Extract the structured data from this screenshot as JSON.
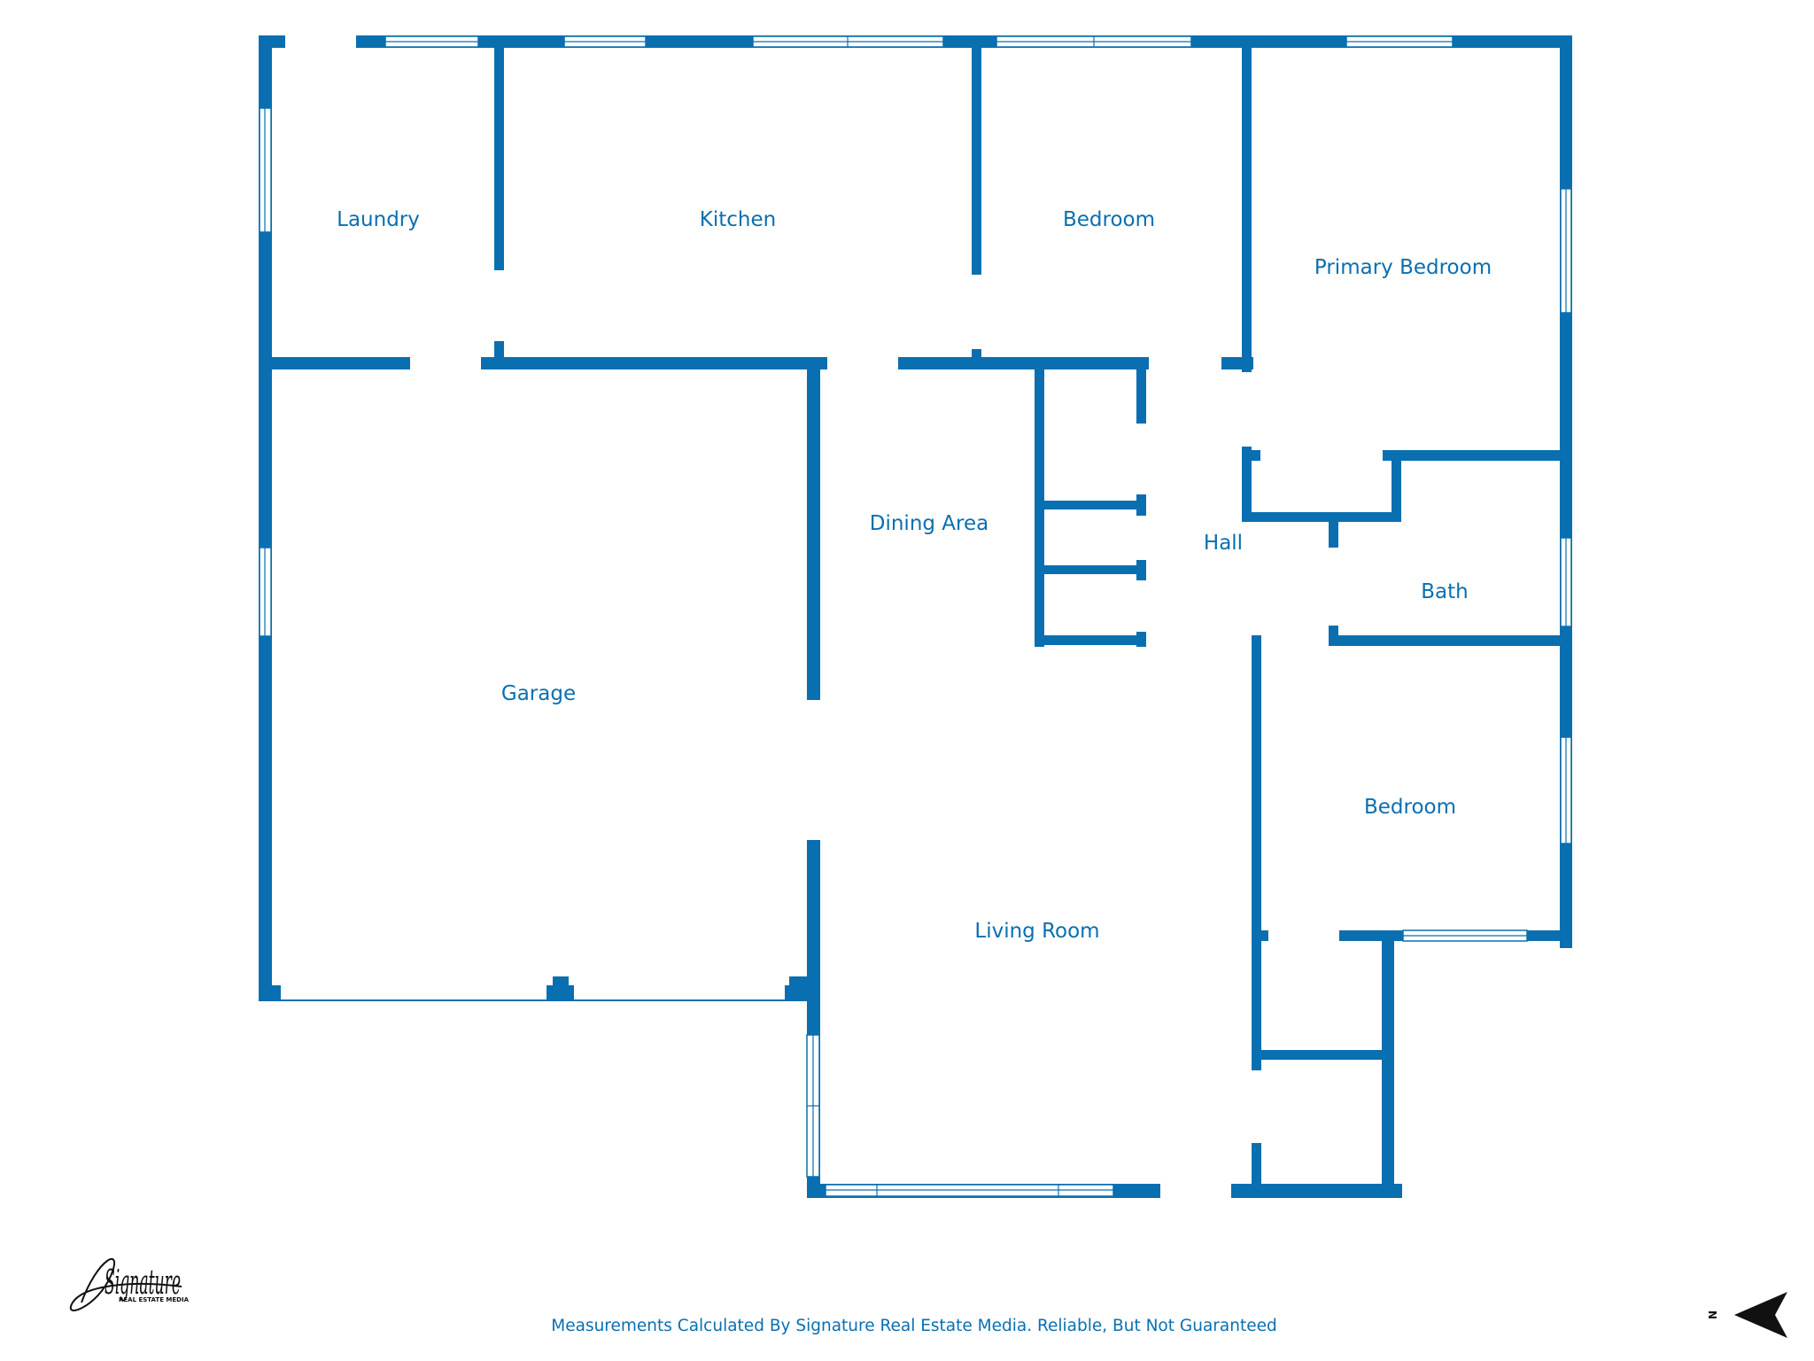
{
  "rooms": {
    "laundry": "Laundry",
    "kitchen": "Kitchen",
    "bedroom_top": "Bedroom",
    "primary_bedroom": "Primary Bedroom",
    "garage": "Garage",
    "dining_area": "Dining Area",
    "hall": "Hall",
    "bath": "Bath",
    "bedroom_right": "Bedroom",
    "living_room": "Living Room"
  },
  "footer": {
    "disclaimer": "Measurements Calculated By Signature Real Estate Media. Reliable, But Not Guaranteed"
  },
  "logo": {
    "script": "Signature",
    "subtitle": "REAL ESTATE MEDIA"
  },
  "compass": {
    "label": "N"
  },
  "colors": {
    "wall": "#0a6fb0",
    "background": "#ffffff"
  }
}
